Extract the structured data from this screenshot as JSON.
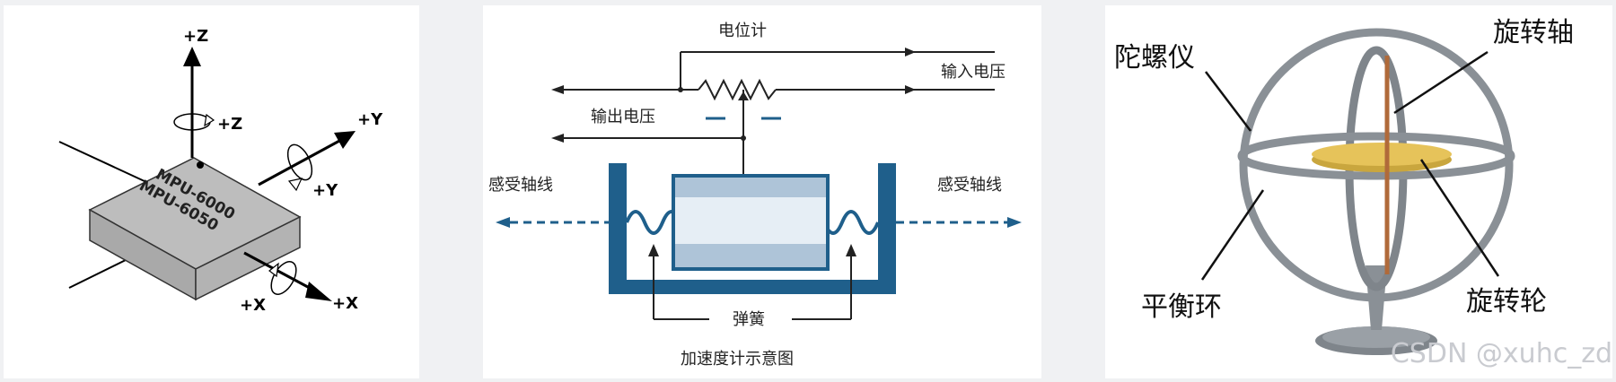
{
  "mpu": {
    "chip_line1": "MPU-6000",
    "chip_line2": "MPU-6050",
    "axis_z": "+Z",
    "rot_z": "+Z",
    "axis_y": "+Y",
    "rot_y": "+Y",
    "axis_x": "+X",
    "rot_x": "+X"
  },
  "accel": {
    "potentiometer": "电位计",
    "input_voltage": "输入电压",
    "output_voltage": "输出电压",
    "sense_axis_left": "感受轴线",
    "sense_axis_right": "感受轴线",
    "spring": "弹簧",
    "caption": "加速度计示意图"
  },
  "gyro": {
    "gyroscope": "陀螺仪",
    "spin_axis": "旋转轴",
    "gimbal": "平衡环",
    "rotor": "旋转轮"
  },
  "watermark": "CSDN @xuhc_zd",
  "colors": {
    "chip_top": "#bdbdbd",
    "chip_side": "#a9a9a9",
    "accel_blue": "#1f5f8b",
    "gyro_ring": "#8a9096",
    "rotor_gold": "#e6c35a"
  }
}
